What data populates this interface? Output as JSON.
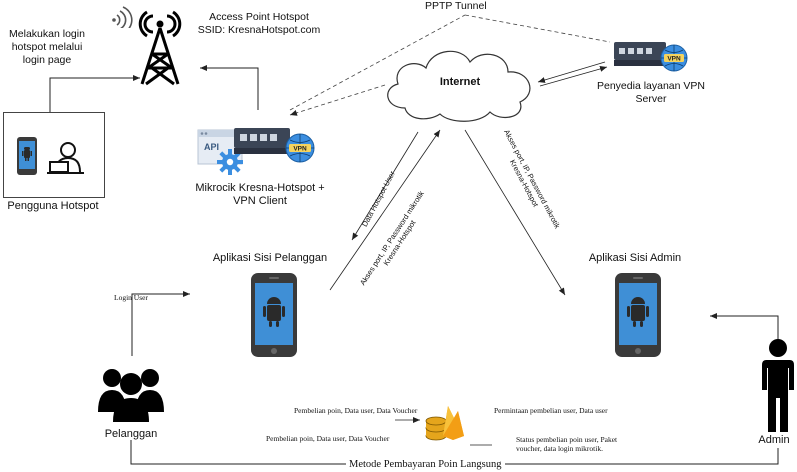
{
  "labels": {
    "tower_caption": "Melakukan login\nhotspot melalui\nlogin page",
    "access_point": "Access Point Hotspot\nSSID: KresnaHotspot.com",
    "pptp": "PPTP Tunnel",
    "internet": "Internet",
    "vpn_server": "Penyedia layanan VPN\nServer",
    "mikrotik": "Mikrocik Kresna-Hotspot +\nVPN Client",
    "api": "API",
    "vpn_badge": "VPN",
    "hotspot_user": "Pengguna Hotspot",
    "app_customer": "Aplikasi Sisi Pelanggan",
    "app_admin": "Aplikasi Sisi Admin",
    "login_user": "Login User",
    "customer": "Pelanggan",
    "admin": "Admin",
    "data_hotspot_user": "Data Hotspot User",
    "akses_port_cust": "Akses port, IP, Password mikrotik\nKresna-Hotspot",
    "akses_port_admin": "Akses port, IP, Password mikrotik\nKresna-Hotspot",
    "db_left_top": "Pembelian poin, Data user, Data Voucher",
    "db_left_bottom": "Pembelian poin, Data user, Data Voucher",
    "db_right_top": "Permintaan pembelian user, Data user",
    "db_right_bottom": "Status pembelian poin user, Paket\nvoucher, data login mikrotik.",
    "payment": "Metode Pembayaran Poin Langsung"
  },
  "colors": {
    "line": "#222222",
    "cloud_stroke": "#333333",
    "phone_body": "#3a3a3a",
    "phone_screen": "#3f8fd6",
    "router_body": "#3b4556",
    "vpn_globe": "#3b8ee0",
    "tower": "#000000",
    "wifi": "#555555",
    "db_gold": "#e5a51c",
    "fire": "#f5a623"
  },
  "icons": [
    "tower-icon",
    "wifi-icon",
    "router-icon",
    "vpn-globe-icon",
    "api-window-icon",
    "gear-icon",
    "cloud-icon",
    "phone-icon",
    "android-icon",
    "people-icon",
    "person-icon",
    "computer-user-icon",
    "database-icon",
    "firebase-icon"
  ]
}
